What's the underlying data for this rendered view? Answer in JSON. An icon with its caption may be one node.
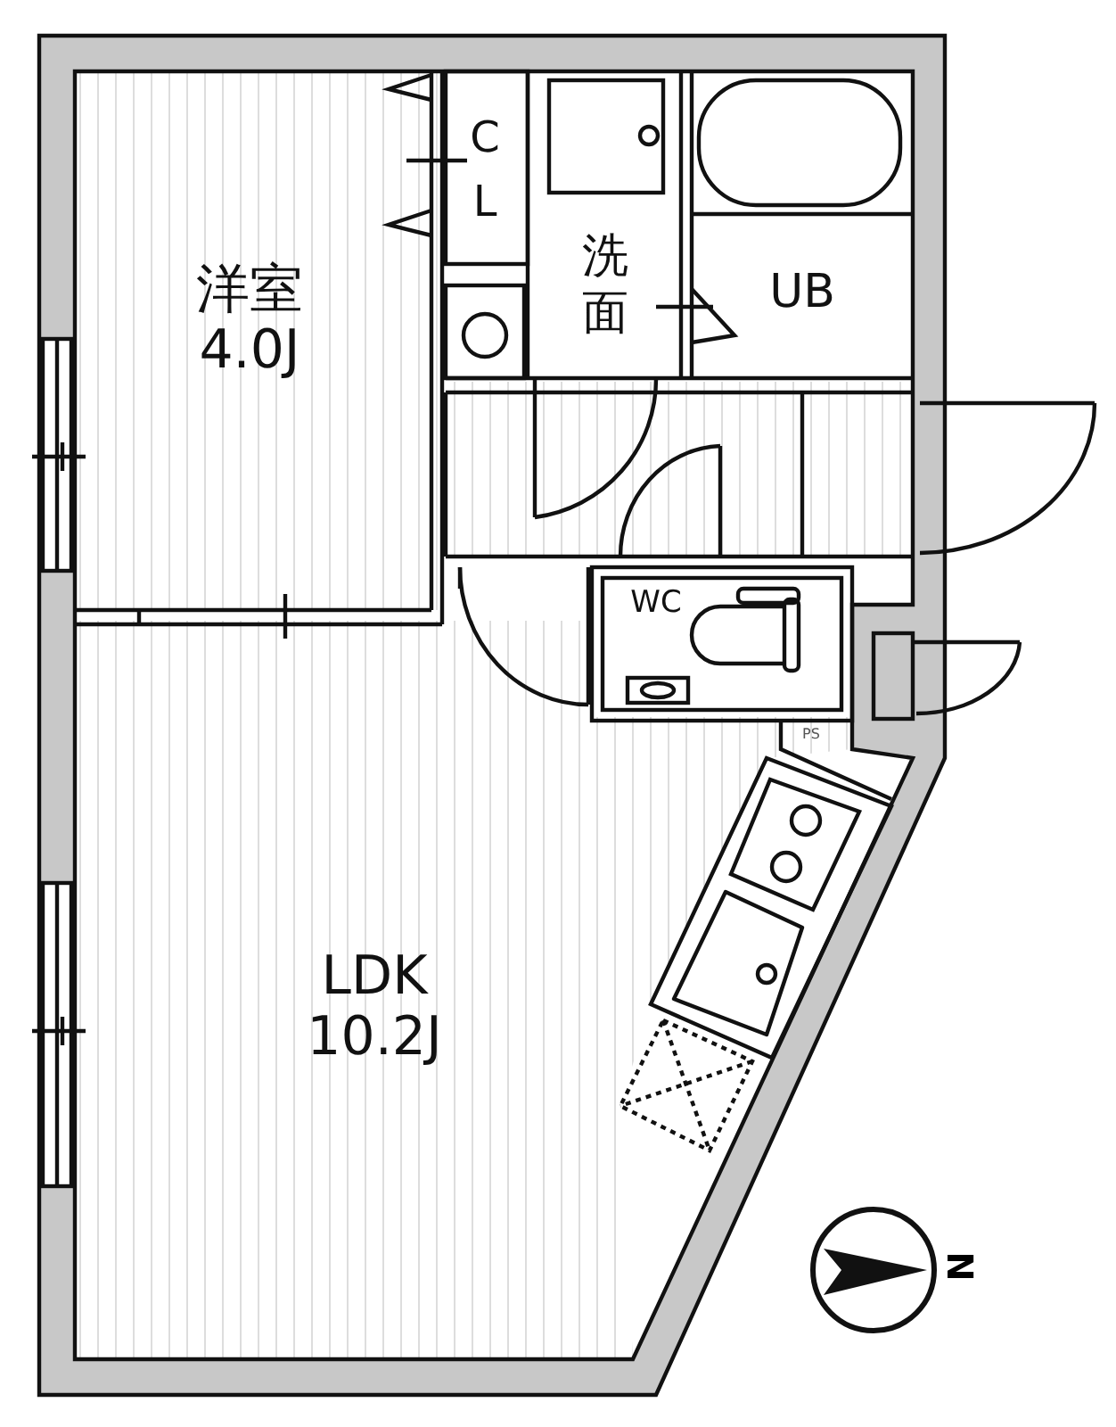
{
  "diagram": {
    "nodes": [
      {
        "text": [
          "洋室",
          "4.0J"
        ]
      },
      {
        "text": [
          "C L"
        ]
      },
      {
        "text": [
          "洗面"
        ]
      },
      {
        "text": [
          "UB"
        ]
      },
      {
        "text": [
          "WC"
        ]
      },
      {
        "text": [
          "PS"
        ]
      },
      {
        "text": [
          "LDK",
          "10.2J"
        ]
      }
    ],
    "labels": [
      "N"
    ]
  }
}
